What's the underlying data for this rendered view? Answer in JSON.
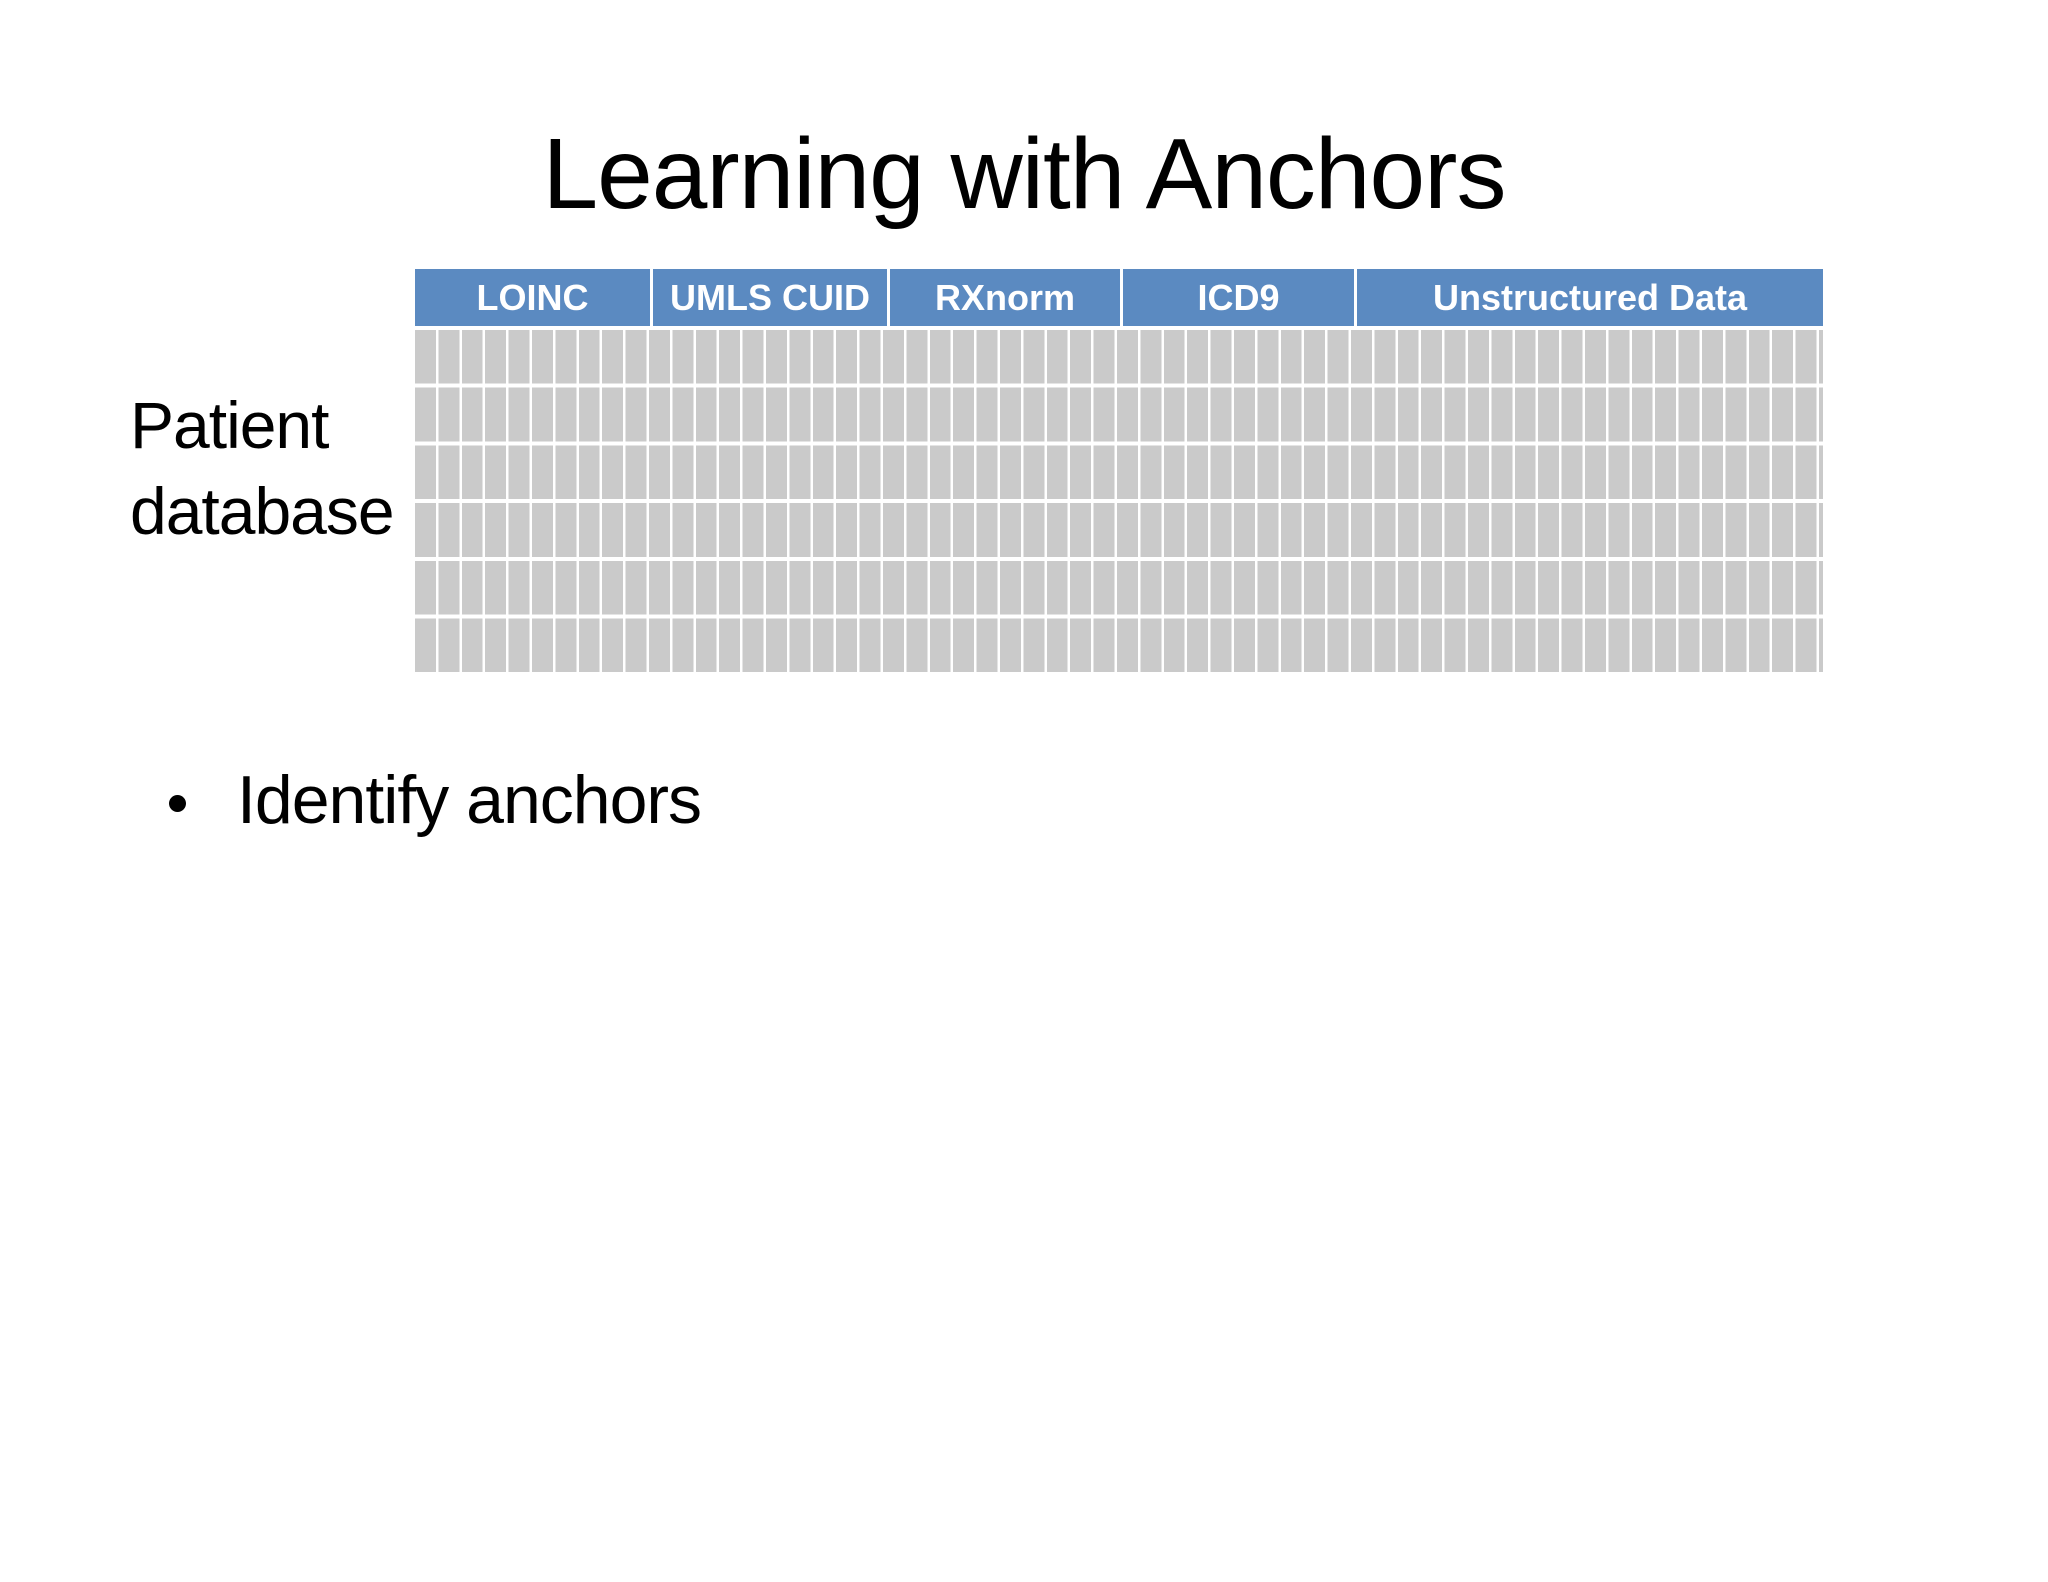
{
  "slide": {
    "title": "Learning with Anchors",
    "side_label": {
      "line1": "Patient",
      "line2": "database"
    },
    "bullets": [
      {
        "glyph": "•",
        "icon": "bullet-icon",
        "text": "Identify anchors"
      }
    ]
  },
  "table": {
    "header": {
      "columns": [
        {
          "label": "LOINC"
        },
        {
          "label": "UMLS CUID"
        },
        {
          "label": "RXnorm"
        },
        {
          "label": "ICD9"
        },
        {
          "label": "Unstructured Data"
        }
      ]
    },
    "grid": {
      "rows": 6,
      "columns": 60
    }
  },
  "colors": {
    "background": "#ffffff",
    "text": "#000000",
    "header_bg": "#5b8ac1",
    "header_text": "#ffffff",
    "grid_cell": "#cacaca",
    "grid_gutter": "#ffffff"
  }
}
